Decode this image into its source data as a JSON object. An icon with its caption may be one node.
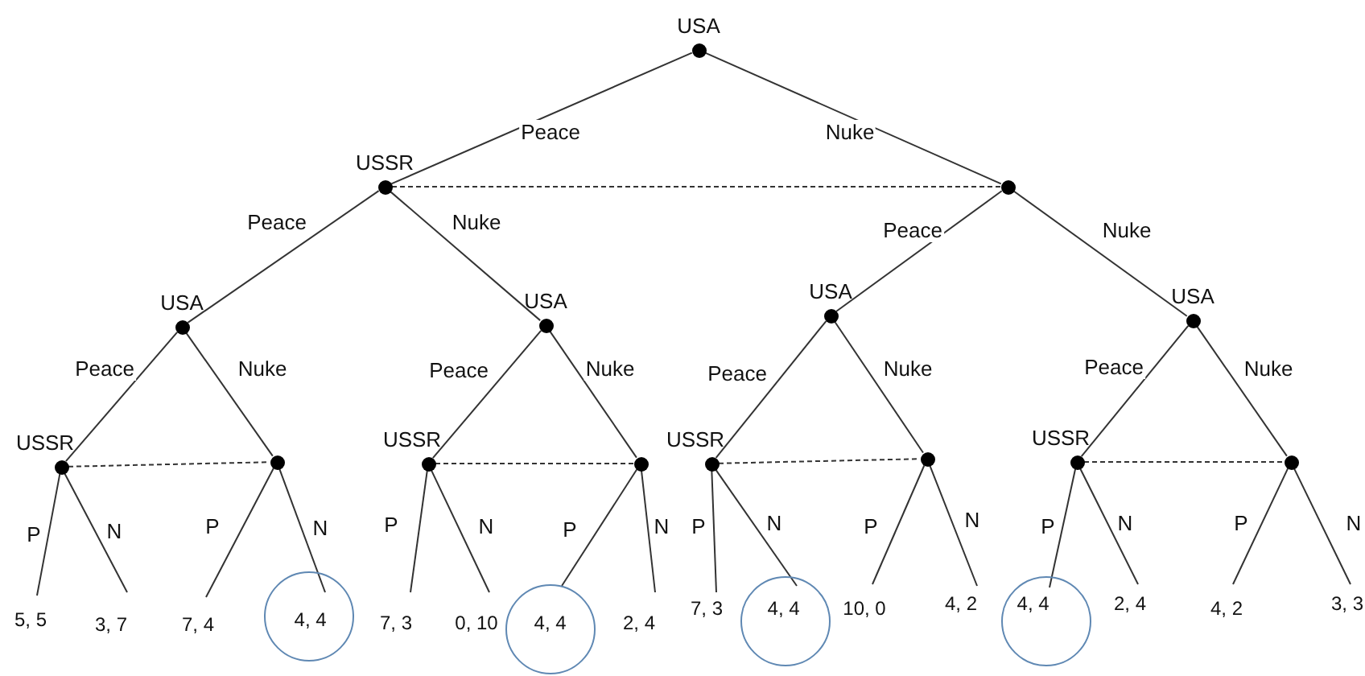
{
  "diagram": {
    "nodes": [
      {
        "text": [],
        "shape": "circle",
        "beside": [
          "USA"
        ]
      },
      {
        "text": [],
        "shape": "circle",
        "beside": [
          "USSR"
        ]
      },
      {
        "text": [],
        "shape": "circle"
      },
      {
        "text": [],
        "shape": "circle",
        "beside": [
          "USA"
        ]
      },
      {
        "text": [],
        "shape": "circle",
        "beside": [
          "USA"
        ]
      },
      {
        "text": [],
        "shape": "circle",
        "beside": [
          "USA"
        ]
      },
      {
        "text": [],
        "shape": "circle",
        "beside": [
          "USA"
        ]
      },
      {
        "text": [],
        "shape": "circle",
        "beside": [
          "USSR"
        ]
      },
      {
        "text": [],
        "shape": "circle"
      },
      {
        "text": [],
        "shape": "circle",
        "beside": [
          "USSR"
        ]
      },
      {
        "text": [],
        "shape": "circle"
      },
      {
        "text": [],
        "shape": "circle",
        "beside": [
          "USSR"
        ]
      },
      {
        "text": [],
        "shape": "circle"
      },
      {
        "text": [],
        "shape": "circle",
        "beside": [
          "USSR"
        ]
      },
      {
        "text": [],
        "shape": "circle"
      },
      {
        "text": [
          "5, 5"
        ]
      },
      {
        "text": [
          "3, 7"
        ]
      },
      {
        "text": [
          "7, 4"
        ]
      },
      {
        "text": [],
        "shape": "circle"
      },
      {
        "text": [
          "4, 4"
        ],
        "in": 18
      },
      {
        "text": [
          "7, 3"
        ]
      },
      {
        "text": [
          "0, 10"
        ]
      },
      {
        "text": [],
        "shape": "circle"
      },
      {
        "text": [
          "4, 4"
        ],
        "in": 22
      },
      {
        "text": [
          "2, 4"
        ]
      },
      {
        "text": [
          "7, 3"
        ]
      },
      {
        "text": [],
        "shape": "circle"
      },
      {
        "text": [
          "4, 4"
        ],
        "in": 26
      },
      {
        "text": [
          "10, 0"
        ]
      },
      {
        "text": [
          "4, 2"
        ]
      },
      {
        "text": [],
        "shape": "circle"
      },
      {
        "text": [
          "4, 4"
        ],
        "in": 30
      },
      {
        "text": [
          "2, 4"
        ]
      },
      {
        "text": [
          "4, 2"
        ]
      },
      {
        "text": [
          "3, 3"
        ]
      }
    ],
    "edges": [
      {
        "from": 0,
        "to": 1,
        "arrow": "none",
        "label": "Peace"
      },
      {
        "from": 0,
        "to": 2,
        "arrow": "none",
        "label": "Nuke"
      },
      {
        "from": 1,
        "to": 2,
        "arrow": "none",
        "style": "dashed"
      },
      {
        "from": 1,
        "to": 3,
        "arrow": "none",
        "label": "Peace"
      },
      {
        "from": 1,
        "to": 4,
        "arrow": "none",
        "label": "Nuke"
      },
      {
        "from": 2,
        "to": 5,
        "arrow": "none",
        "label": "Peace"
      },
      {
        "from": 2,
        "to": 6,
        "arrow": "none",
        "label": "Nuke"
      },
      {
        "from": 3,
        "to": 7,
        "arrow": "none",
        "label": "Peace"
      },
      {
        "from": 3,
        "to": 8,
        "arrow": "none",
        "label": "Nuke"
      },
      {
        "from": 4,
        "to": 9,
        "arrow": "none",
        "label": "Peace"
      },
      {
        "from": 4,
        "to": 10,
        "arrow": "none",
        "label": "Nuke"
      },
      {
        "from": 5,
        "to": 11,
        "arrow": "none",
        "label": "Peace"
      },
      {
        "from": 5,
        "to": 12,
        "arrow": "none",
        "label": "Nuke"
      },
      {
        "from": 6,
        "to": 13,
        "arrow": "none",
        "label": "Peace"
      },
      {
        "from": 6,
        "to": 14,
        "arrow": "none",
        "label": "Nuke"
      },
      {
        "from": 7,
        "to": 8,
        "arrow": "none",
        "style": "dashed"
      },
      {
        "from": 9,
        "to": 10,
        "arrow": "none",
        "style": "dashed"
      },
      {
        "from": 11,
        "to": 12,
        "arrow": "none",
        "style": "dashed"
      },
      {
        "from": 13,
        "to": 14,
        "arrow": "none",
        "style": "dashed"
      },
      {
        "from": 7,
        "to": 15,
        "arrow": "none",
        "label": "P"
      },
      {
        "from": 7,
        "to": 16,
        "arrow": "none",
        "label": "N"
      },
      {
        "from": 8,
        "to": 17,
        "arrow": "none",
        "label": "P"
      },
      {
        "from": 8,
        "to": 19,
        "arrow": "none",
        "label": "N"
      },
      {
        "from": 9,
        "to": 20,
        "arrow": "none",
        "label": "P"
      },
      {
        "from": 9,
        "to": 21,
        "arrow": "none",
        "label": "N"
      },
      {
        "from": 10,
        "to": 23,
        "arrow": "none",
        "label": "P"
      },
      {
        "from": 10,
        "to": 24,
        "arrow": "none",
        "label": "N"
      },
      {
        "from": 11,
        "to": 25,
        "arrow": "none",
        "label": "P"
      },
      {
        "from": 11,
        "to": 27,
        "arrow": "none",
        "label": "N"
      },
      {
        "from": 12,
        "to": 28,
        "arrow": "none",
        "label": "P"
      },
      {
        "from": 12,
        "to": 29,
        "arrow": "none",
        "label": "N"
      },
      {
        "from": 13,
        "to": 31,
        "arrow": "none",
        "label": "P"
      },
      {
        "from": 13,
        "to": 32,
        "arrow": "none",
        "label": "N"
      },
      {
        "from": 14,
        "to": 33,
        "arrow": "none",
        "label": "P"
      },
      {
        "from": 14,
        "to": 34,
        "arrow": "none",
        "label": "N"
      }
    ]
  }
}
